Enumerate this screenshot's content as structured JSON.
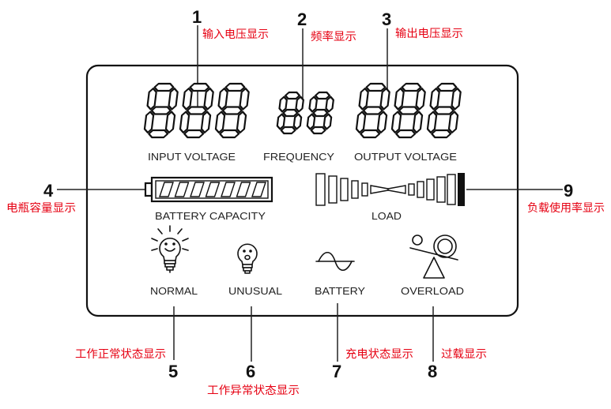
{
  "callouts": {
    "c1": {
      "number": "1",
      "label": "输入电压显示"
    },
    "c2": {
      "number": "2",
      "label": "频率显示"
    },
    "c3": {
      "number": "3",
      "label": "输出电压显示"
    },
    "c4": {
      "number": "4",
      "label": "电瓶容量显示"
    },
    "c5": {
      "number": "5",
      "label": "工作正常状态显示"
    },
    "c6": {
      "number": "6",
      "label": "工作异常状态显示"
    },
    "c7": {
      "number": "7",
      "label": "充电状态显示"
    },
    "c8": {
      "number": "8",
      "label": "过载显示"
    },
    "c9": {
      "number": "9",
      "label": "负载使用率显示"
    }
  },
  "panel": {
    "input_voltage_label": "INPUT VOLTAGE",
    "frequency_label": "FREQUENCY",
    "output_voltage_label": "OUTPUT VOLTAGE",
    "battery_capacity_label": "BATTERY CAPACITY",
    "load_label": "LOAD",
    "normal_label": "NORMAL",
    "unusual_label": "UNUSUAL",
    "battery_label": "BATTERY",
    "overload_label": "OVERLOAD"
  },
  "icons": {
    "normal": "lightbulb-happy-icon",
    "unusual": "lightbulb-sad-icon",
    "battery": "sine-wave-icon",
    "overload": "seesaw-overload-icon",
    "battery_capacity": "battery-level-icon",
    "load": "load-bar-icon"
  },
  "colors": {
    "annotation_text": "#e60012",
    "line": "#222222"
  }
}
